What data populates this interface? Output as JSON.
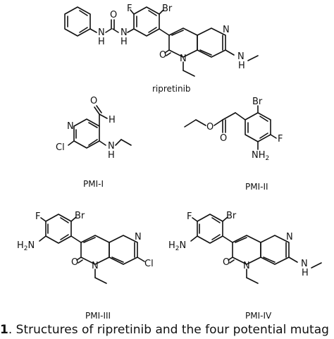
{
  "compounds": {
    "ripretinib": {
      "label": "ripretinib",
      "atoms": {
        "f": "F",
        "br": "Br",
        "nh1": "N",
        "h1": "H",
        "nh2": "N",
        "h2": "H",
        "o_urea": "O",
        "n_ring": "N",
        "o_ring": "O",
        "n_amide": "N",
        "n_me": "N",
        "h_me": "H"
      }
    },
    "pmi1": {
      "label": "PMI-I",
      "atoms": {
        "o": "O",
        "h_ald": "H",
        "cl": "Cl",
        "n_ring": "N",
        "n_amine": "N",
        "h_amine": "H"
      }
    },
    "pmi2": {
      "label": "PMI-II",
      "atoms": {
        "o_ester": "O",
        "o_carbonyl": "O",
        "br": "Br",
        "f": "F",
        "nh2": "NH",
        "nh2_sub": "2"
      }
    },
    "pmi3": {
      "label": "PMI-III",
      "atoms": {
        "f": "F",
        "br": "Br",
        "h2n": "H",
        "h2n_sub": "2",
        "h2n_n": "N",
        "n_ring": "N",
        "cl": "Cl",
        "o": "O",
        "n_amide": "N"
      }
    },
    "pmi4": {
      "label": "PMI-IV",
      "atoms": {
        "f": "F",
        "br": "Br",
        "h2n": "H",
        "h2n_sub": "2",
        "h2n_n": "N",
        "n_ring": "N",
        "o": "O",
        "n_amide": "N",
        "n_me": "N",
        "h_me": "H"
      }
    }
  },
  "caption": {
    "fig_no": "1",
    "text": ". Structures of ripretinib and the four potential mutag"
  }
}
